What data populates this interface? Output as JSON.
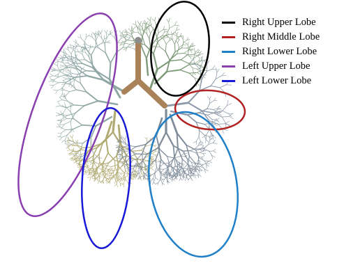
{
  "legend": [
    {
      "key": "right-upper-lobe",
      "label": "Right Upper Lobe",
      "color": "#000000"
    },
    {
      "key": "right-middle-lobe",
      "label": "Right Middle Lobe",
      "color": "#b22222"
    },
    {
      "key": "right-lower-lobe",
      "label": "Right Lower Lobe",
      "color": "#1f7fc8"
    },
    {
      "key": "left-upper-lobe",
      "label": "Left Upper Lobe",
      "color": "#8a3fb0"
    },
    {
      "key": "left-lower-lobe",
      "label": "Left Lower Lobe",
      "color": "#1818d8"
    }
  ],
  "tree_colors": {
    "trachea": "#a9825a",
    "left_upper": "#8fa7a4",
    "left_lower": "#b0aa72",
    "right_upper": "#7f9a7a",
    "right_middle": "#8c98a8",
    "right_lower": "#7f8c9a"
  }
}
